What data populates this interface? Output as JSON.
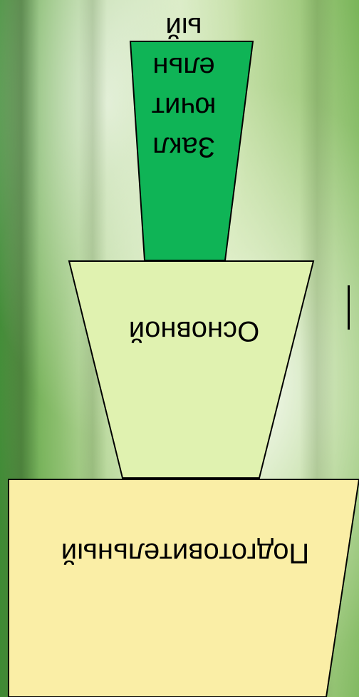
{
  "diagram": {
    "levels": [
      {
        "id": "top",
        "text": "Заключительный",
        "fill": "#0fb456"
      },
      {
        "id": "middle",
        "text": "Основной",
        "fill": "#e0f2b0"
      },
      {
        "id": "bottom",
        "text": "Подготовительный",
        "fill": "#faeea6"
      }
    ],
    "stroke_color": "#000000"
  }
}
